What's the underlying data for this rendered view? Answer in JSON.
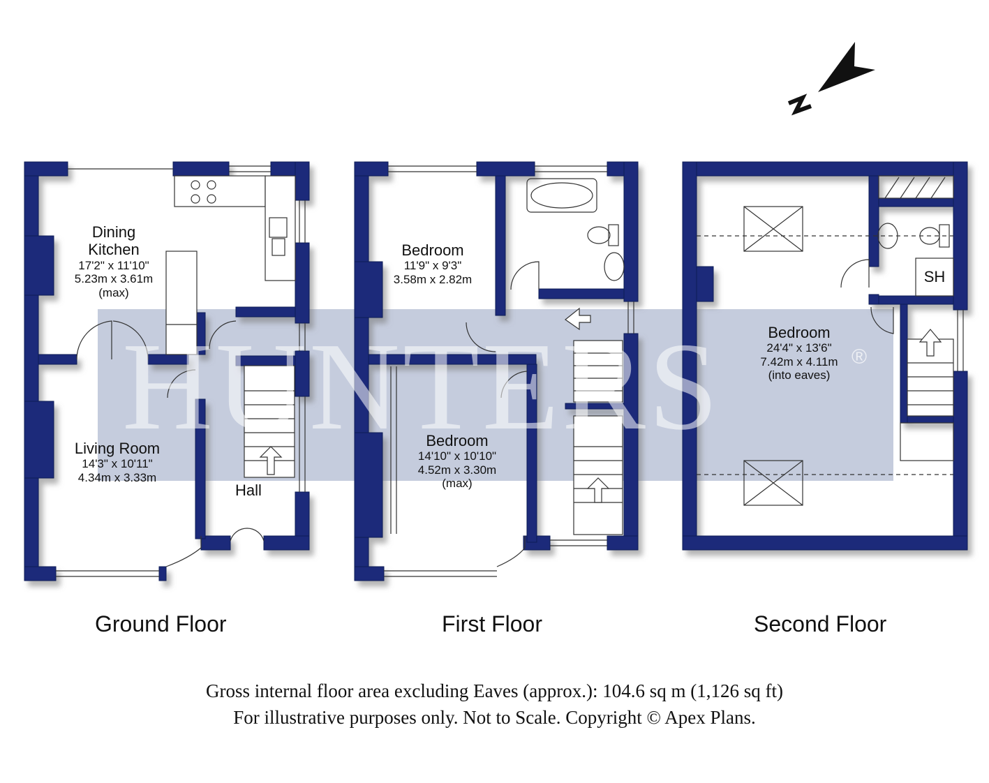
{
  "branding": {
    "watermark_text": "HUNTERS",
    "registered_mark": "®"
  },
  "compass": {
    "label": "N"
  },
  "colors": {
    "wall": "#1a2a7a",
    "wall_shadow": "#9a9a9a",
    "watermark_band": "#b7bfd4"
  },
  "floors": [
    {
      "title": "Ground Floor",
      "rooms": [
        {
          "name_line1": "Dining",
          "name_line2": "Kitchen",
          "dims_imperial": "17'2\" x 11'10\"",
          "dims_metric": "5.23m x 3.61m",
          "note": "(max)"
        },
        {
          "name": "Living Room",
          "dims_imperial": "14'3\" x 10'11\"",
          "dims_metric": "4.34m x 3.33m"
        },
        {
          "name": "Hall"
        }
      ]
    },
    {
      "title": "First Floor",
      "rooms": [
        {
          "name": "Bedroom",
          "dims_imperial": "11'9\" x 9'3\"",
          "dims_metric": "3.58m x 2.82m"
        },
        {
          "name": "Bedroom",
          "dims_imperial": "14'10\" x 10'10\"",
          "dims_metric": "4.52m x 3.30m",
          "note": "(max)"
        }
      ]
    },
    {
      "title": "Second Floor",
      "rooms": [
        {
          "name": "Bedroom",
          "dims_imperial": "24'4\" x 13'6\"",
          "dims_metric": "7.42m x 4.11m",
          "note": "(into eaves)"
        },
        {
          "name": "SH"
        }
      ]
    }
  ],
  "footer": {
    "line1": "Gross internal floor area excluding Eaves (approx.): 104.6 sq m (1,126 sq ft)",
    "line2": "For illustrative purposes only. Not to Scale. Copyright © Apex Plans."
  }
}
